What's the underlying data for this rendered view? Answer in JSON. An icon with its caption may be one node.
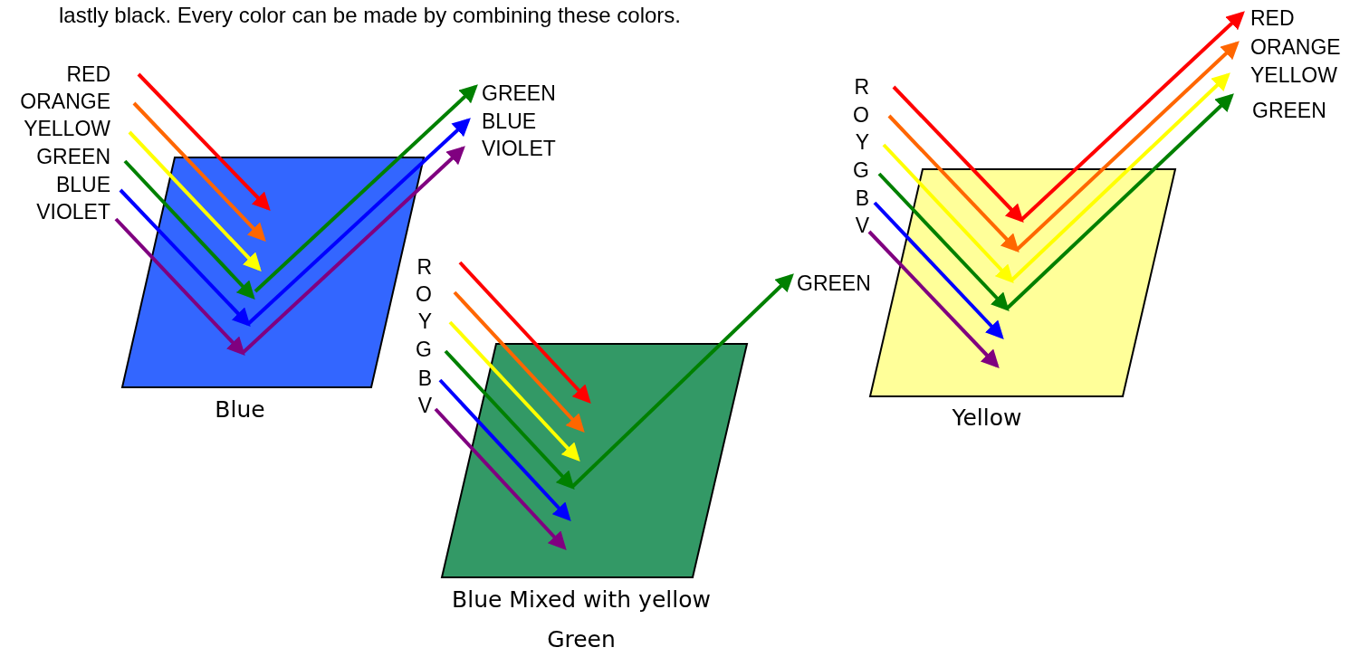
{
  "diagram": {
    "nodes": [
      {
        "text": [
          "Blue"
        ]
      },
      {
        "text": [
          "RED"
        ]
      },
      {
        "text": [
          "ORANGE"
        ]
      },
      {
        "text": [
          "YELLOW"
        ]
      },
      {
        "text": [
          "GREEN"
        ]
      },
      {
        "text": [
          "BLUE"
        ]
      },
      {
        "text": [
          "VIOLET"
        ]
      },
      {
        "text": [
          "GREEN"
        ]
      },
      {
        "text": [
          "BLUE"
        ]
      },
      {
        "text": [
          "VIOLET"
        ]
      },
      {
        "text": [
          "Blue Mixed with yellow",
          "Green"
        ]
      },
      {
        "text": [
          "R"
        ]
      },
      {
        "text": [
          "O"
        ]
      },
      {
        "text": [
          "Y"
        ]
      },
      {
        "text": [
          "G"
        ]
      },
      {
        "text": [
          "B"
        ]
      },
      {
        "text": [
          "V"
        ]
      },
      {
        "text": [
          "GREEN"
        ]
      },
      {
        "text": [
          "Yellow"
        ]
      },
      {
        "text": [
          "R"
        ]
      },
      {
        "text": [
          "O"
        ]
      },
      {
        "text": [
          "Y"
        ]
      },
      {
        "text": [
          "G"
        ]
      },
      {
        "text": [
          "B"
        ]
      },
      {
        "text": [
          "V"
        ]
      },
      {
        "text": [
          "RED"
        ]
      },
      {
        "text": [
          "ORANGE"
        ]
      },
      {
        "text": [
          "YELLOW"
        ]
      },
      {
        "text": [
          "GREEN"
        ]
      }
    ],
    "edges": [
      {
        "from": 1,
        "to": 0,
        "arrow": "to",
        "color": "#ff0000"
      },
      {
        "from": 2,
        "to": 0,
        "arrow": "to",
        "color": "#ff6600"
      },
      {
        "from": 3,
        "to": 0,
        "arrow": "to",
        "color": "#ffff00"
      },
      {
        "from": 4,
        "to": 0,
        "arrow": "to",
        "color": "#008000"
      },
      {
        "from": 5,
        "to": 0,
        "arrow": "to",
        "color": "#0000ff"
      },
      {
        "from": 6,
        "to": 0,
        "arrow": "to",
        "color": "#800080"
      },
      {
        "from": 0,
        "to": 7,
        "arrow": "to",
        "color": "#008000"
      },
      {
        "from": 0,
        "to": 8,
        "arrow": "to",
        "color": "#0000ff"
      },
      {
        "from": 0,
        "to": 9,
        "arrow": "to",
        "color": "#800080"
      },
      {
        "from": 11,
        "to": 10,
        "arrow": "to",
        "color": "#ff0000"
      },
      {
        "from": 12,
        "to": 10,
        "arrow": "to",
        "color": "#ff6600"
      },
      {
        "from": 13,
        "to": 10,
        "arrow": "to",
        "color": "#ffff00"
      },
      {
        "from": 14,
        "to": 10,
        "arrow": "to",
        "color": "#008000"
      },
      {
        "from": 15,
        "to": 10,
        "arrow": "to",
        "color": "#0000ff"
      },
      {
        "from": 16,
        "to": 10,
        "arrow": "to",
        "color": "#800080"
      },
      {
        "from": 10,
        "to": 17,
        "arrow": "to",
        "color": "#008000"
      },
      {
        "from": 19,
        "to": 18,
        "arrow": "to",
        "color": "#ff0000"
      },
      {
        "from": 20,
        "to": 18,
        "arrow": "to",
        "color": "#ff6600"
      },
      {
        "from": 21,
        "to": 18,
        "arrow": "to",
        "color": "#ffff00"
      },
      {
        "from": 22,
        "to": 18,
        "arrow": "to",
        "color": "#008000"
      },
      {
        "from": 23,
        "to": 18,
        "arrow": "to",
        "color": "#0000ff"
      },
      {
        "from": 24,
        "to": 18,
        "arrow": "to",
        "color": "#800080"
      },
      {
        "from": 18,
        "to": 25,
        "arrow": "to",
        "color": "#ff0000"
      },
      {
        "from": 18,
        "to": 26,
        "arrow": "to",
        "color": "#ff6600"
      },
      {
        "from": 18,
        "to": 27,
        "arrow": "to",
        "color": "#ffff00"
      },
      {
        "from": 18,
        "to": 28,
        "arrow": "to",
        "color": "#008000"
      }
    ],
    "labels": [
      "lastly black. Every color can be made by combining these colors."
    ]
  }
}
